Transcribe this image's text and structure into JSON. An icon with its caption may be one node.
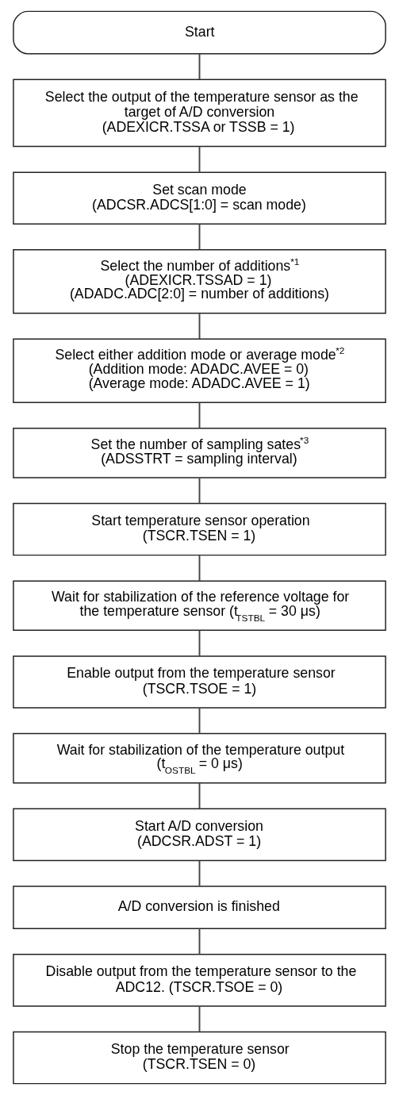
{
  "diagram": {
    "nodes": [
      {
        "text": [
          "Start"
        ]
      },
      {
        "text": [
          "Select the output of the temperature sensor as the target of A/D conversion",
          "(ADEXICR.TSSA or TSSB = 1)"
        ]
      },
      {
        "text": [
          "Set scan mode",
          "(ADCSR.ADCS[1:0] = scan mode)"
        ]
      },
      {
        "text": [
          "Select the number of additions$^{*1}$",
          "(ADEXICR.TSSAD = 1)",
          "(ADADC.ADC[2:0] = number of additions)"
        ]
      },
      {
        "text": [
          "Select either addition mode or average mode$^{*2}$",
          "(Addition mode: ADADC.AVEE = 0)",
          "(Average mode: ADADC.AVEE = 1)"
        ]
      },
      {
        "text": [
          "Set the number of sampling sates$^{*3}$",
          "(ADSSTRT = sampling interval)"
        ]
      },
      {
        "text": [
          "Start temperature sensor operation",
          "(TSCR.TSEN = 1)"
        ]
      },
      {
        "text": [
          "Wait for stabilization of the reference voltage for the temperature sensor (t$_{TSTBL}$ = 30 μs)"
        ]
      },
      {
        "text": [
          "Enable output from the temperature sensor",
          "(TSCR.TSOE = 1)"
        ]
      },
      {
        "text": [
          "Wait for stabilization of the temperature output",
          "(t$_{OSTBL}$ = 0 μs)"
        ]
      },
      {
        "text": [
          "Start A/D conversion",
          "(ADCSR.ADST = 1)"
        ]
      },
      {
        "text": [
          "A/D conversion is finished"
        ]
      },
      {
        "text": [
          "Disable output from the temperature sensor to the ADC12. (TSCR.TSOE = 0)"
        ]
      },
      {
        "text": [
          "Stop the temperature sensor",
          "(TSCR.TSEN = 0)"
        ]
      }
    ],
    "edges": [
      {
        "from": 0,
        "to": 1,
        "arrow": "none"
      },
      {
        "from": 1,
        "to": 2,
        "arrow": "none"
      },
      {
        "from": 2,
        "to": 3,
        "arrow": "none"
      },
      {
        "from": 3,
        "to": 4,
        "arrow": "none"
      },
      {
        "from": 4,
        "to": 5,
        "arrow": "none"
      },
      {
        "from": 5,
        "to": 6,
        "arrow": "none"
      },
      {
        "from": 6,
        "to": 7,
        "arrow": "none"
      },
      {
        "from": 7,
        "to": 8,
        "arrow": "none"
      },
      {
        "from": 8,
        "to": 9,
        "arrow": "none"
      },
      {
        "from": 9,
        "to": 10,
        "arrow": "none"
      },
      {
        "from": 10,
        "to": 11,
        "arrow": "none"
      },
      {
        "from": 11,
        "to": 12,
        "arrow": "none"
      },
      {
        "from": 12,
        "to": 13,
        "arrow": "none"
      }
    ]
  }
}
